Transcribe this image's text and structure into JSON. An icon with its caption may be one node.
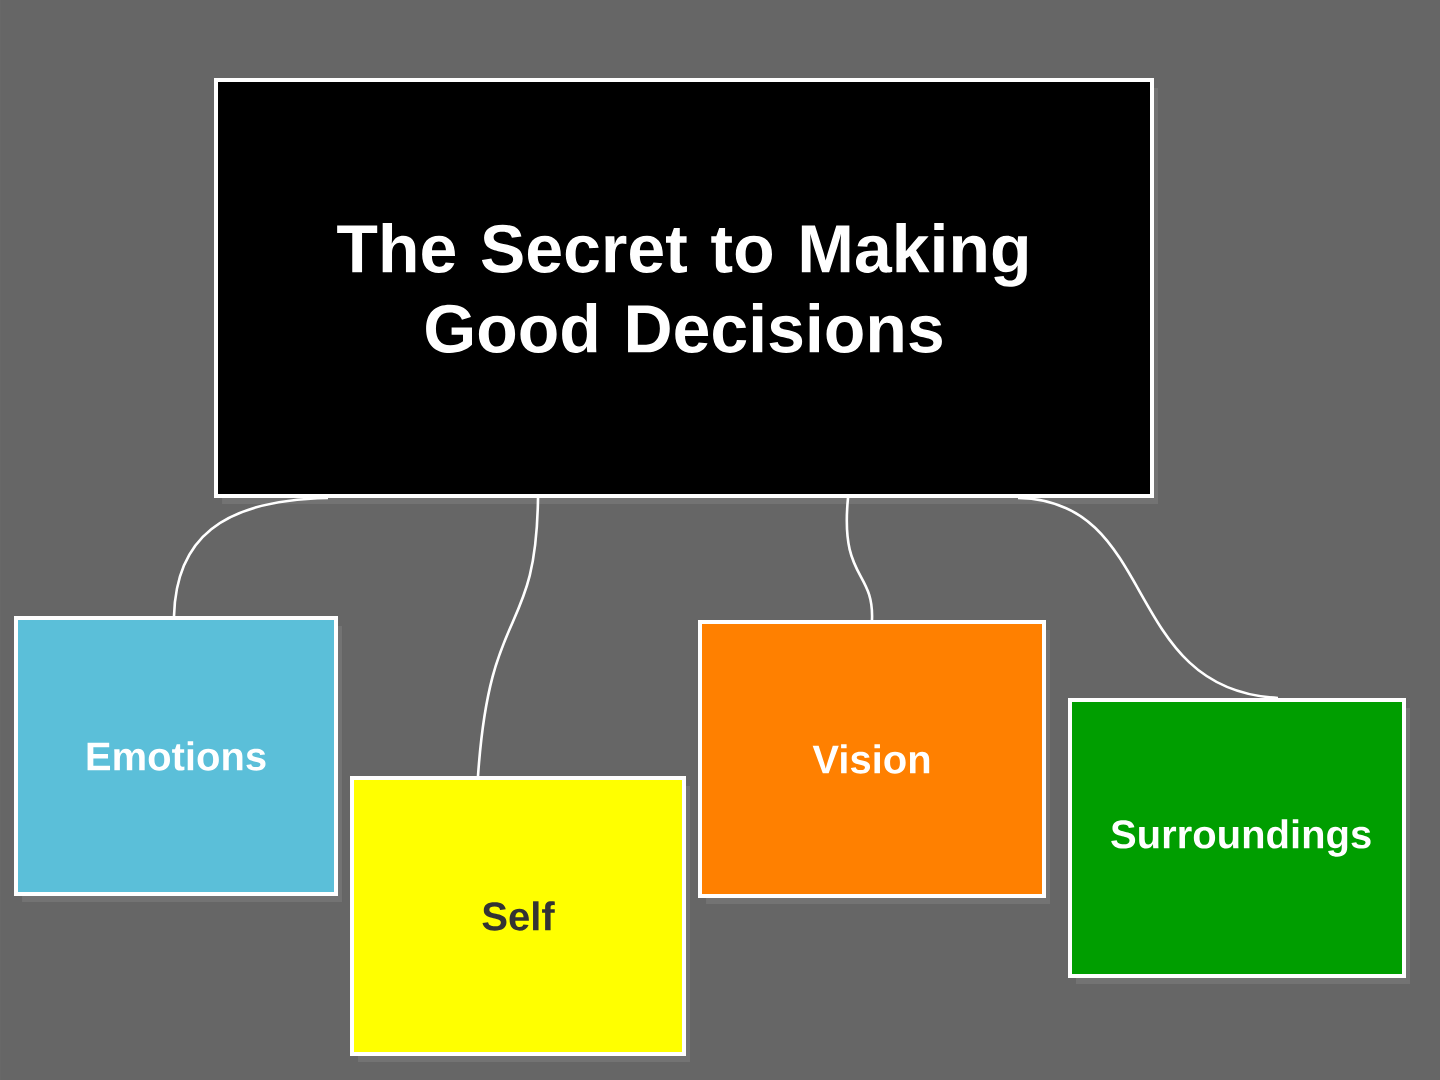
{
  "diagram": {
    "nodes": [
      {
        "text": [
          "The Secret to Making Good Decisions"
        ]
      },
      {
        "text": [
          "Emotions"
        ]
      },
      {
        "text": [
          "Self"
        ]
      },
      {
        "text": [
          "Vision"
        ]
      },
      {
        "text": [
          "Surroundings"
        ]
      }
    ],
    "edges": [
      {
        "from": 0,
        "to": 1,
        "arrow": "none"
      },
      {
        "from": 0,
        "to": 2,
        "arrow": "none"
      },
      {
        "from": 0,
        "to": 3,
        "arrow": "none"
      },
      {
        "from": 0,
        "to": 4,
        "arrow": "none"
      }
    ]
  }
}
